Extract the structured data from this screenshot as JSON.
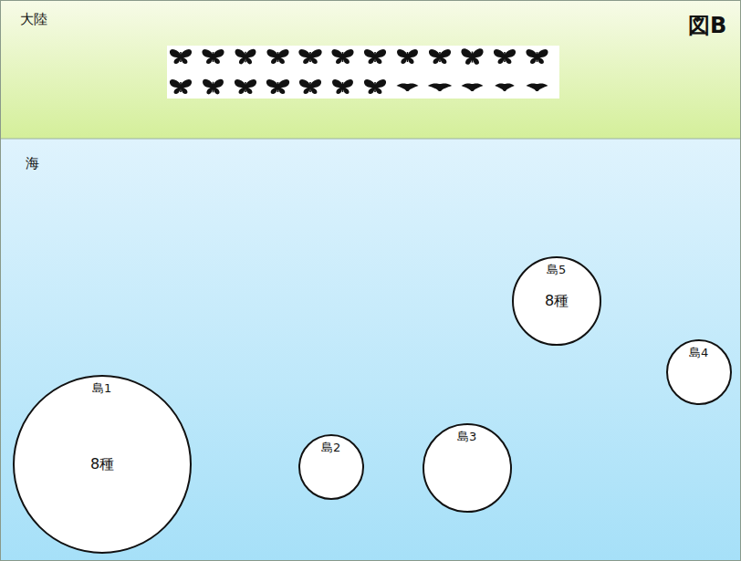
{
  "diagram": {
    "nodes": [
      {
        "text": [
          "大陸"
        ]
      },
      {
        "text": [
          "海"
        ]
      },
      {
        "text": [
          "島1",
          "8種"
        ],
        "in": 1
      },
      {
        "text": [
          "島2"
        ],
        "in": 1
      },
      {
        "text": [
          "島3"
        ],
        "in": 1
      },
      {
        "text": [
          "島4"
        ],
        "in": 1
      },
      {
        "text": [
          "島5",
          "8種"
        ],
        "in": 1
      }
    ],
    "labels": [
      "図B"
    ]
  }
}
